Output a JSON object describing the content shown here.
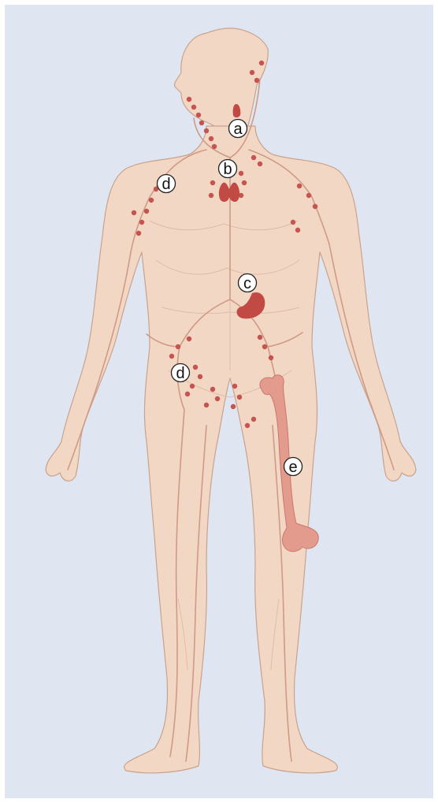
{
  "diagram": {
    "colors": {
      "background": "#dfe6f2",
      "skin": "#f2d7c4",
      "skin_outline": "#c9a28c",
      "vessel": "#cf9a86",
      "lymph_node": "#c6534e",
      "organ": "#c24a45",
      "bone": "#e29b8c"
    },
    "callouts": {
      "a": "a",
      "b": "b",
      "c": "c",
      "d_upper": "d",
      "d_lower": "d",
      "e": "e"
    },
    "structures": {
      "a": "tonsil-icon",
      "b": "thymus-icon",
      "c": "spleen-icon",
      "d": "lymph-node-icon",
      "e": "femur-icon"
    }
  }
}
